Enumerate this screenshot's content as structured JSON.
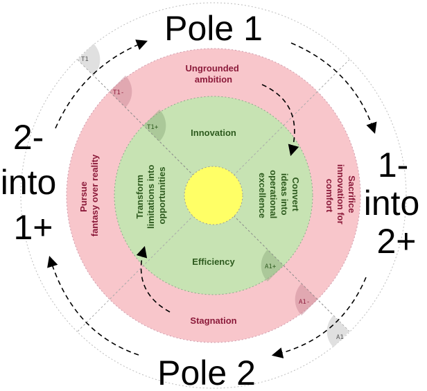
{
  "poles": {
    "top": "Pole 1",
    "bottom": "Pole 2"
  },
  "transitions": {
    "left": [
      "2-",
      "into",
      "1+"
    ],
    "right": [
      "1-",
      "into",
      "2+"
    ]
  },
  "outer_ring": {
    "top": [
      "Ungrounded",
      "ambition"
    ],
    "bottom": "Stagnation",
    "left": [
      "Pursue",
      "fantasy over reality"
    ],
    "right": [
      "Sacrifice",
      "innovation for",
      "comfort"
    ]
  },
  "inner_ring": {
    "top": "Innovation",
    "bottom": "Efficiency",
    "left": [
      "Transform",
      "limitations into",
      "opportunities"
    ],
    "right": [
      "Convert",
      "ideas into",
      "operational",
      "excellence"
    ]
  },
  "markers": {
    "t1": "T1",
    "t1_minus": "T1-",
    "t1_plus": "T1+",
    "a1": "A1",
    "a1_minus": "A1-",
    "a1_plus": "A1+"
  },
  "colors": {
    "pink": "#f8c6cb",
    "green": "#c7e3b3",
    "yellow": "#ffff66",
    "pink_text": "#8b1a3a",
    "green_text": "#2d5a1e"
  }
}
